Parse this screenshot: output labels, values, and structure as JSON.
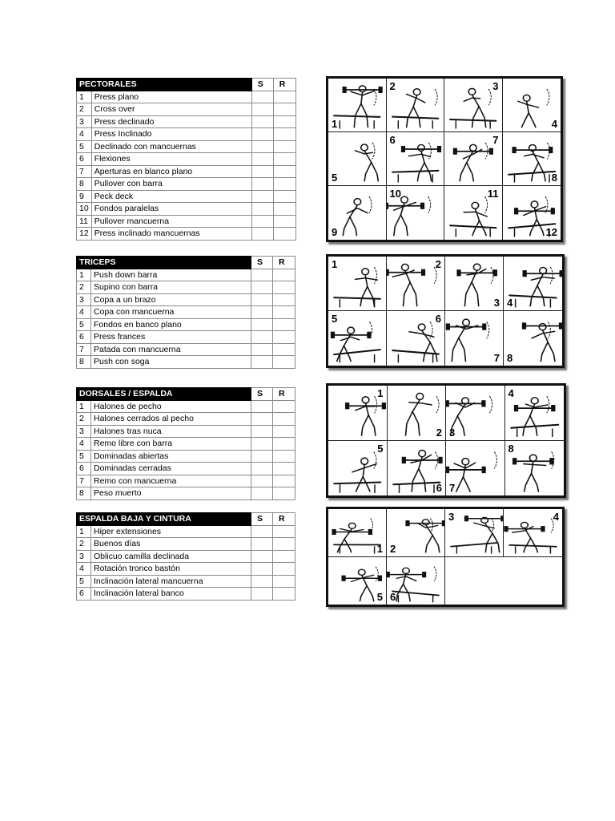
{
  "sections": [
    {
      "title": "PECTORALES",
      "col_s": "S",
      "col_r": "R",
      "exercises": [
        {
          "n": "1",
          "name": "Press plano"
        },
        {
          "n": "2",
          "name": "Cross over"
        },
        {
          "n": "3",
          "name": "Press declinado"
        },
        {
          "n": "4",
          "name": "Press Inclinado"
        },
        {
          "n": "5",
          "name": "Declinado con mancuernas"
        },
        {
          "n": "6",
          "name": "Flexiones"
        },
        {
          "n": "7",
          "name": "Aperturas en blanco plano"
        },
        {
          "n": "8",
          "name": "Pullover  con barra"
        },
        {
          "n": "9",
          "name": "Peck deck"
        },
        {
          "n": "10",
          "name": "Fondos paralelas"
        },
        {
          "n": "11",
          "name": "Pullover mancuerna"
        },
        {
          "n": "12",
          "name": "Press inclinado mancuernas"
        }
      ],
      "image_numbers": [
        "1",
        "2",
        "3",
        "4",
        "5",
        "6",
        "7",
        "8",
        "9",
        "10",
        "11",
        "12"
      ]
    },
    {
      "title": "TRICEPS",
      "col_s": "S",
      "col_r": "R",
      "exercises": [
        {
          "n": "1",
          "name": "Push down barra"
        },
        {
          "n": "2",
          "name": "Supino con barra"
        },
        {
          "n": "3",
          "name": "Copa a un brazo"
        },
        {
          "n": "4",
          "name": "Copa con mancuerna"
        },
        {
          "n": "5",
          "name": "Fondos en banco plano"
        },
        {
          "n": "6",
          "name": "Press frances"
        },
        {
          "n": "7",
          "name": "Patada con mancuerna"
        },
        {
          "n": "8",
          "name": "Push con soga"
        }
      ],
      "image_numbers": [
        "1",
        "2",
        "3",
        "4",
        "5",
        "6",
        "7",
        "8"
      ]
    },
    {
      "title": "DORSALES / ESPALDA",
      "col_s": "S",
      "col_r": "R",
      "exercises": [
        {
          "n": "1",
          "name": "Halones de pecho"
        },
        {
          "n": "2",
          "name": "Halones cerrados al pecho"
        },
        {
          "n": "3",
          "name": "Halones tras nuca"
        },
        {
          "n": "4",
          "name": "Remo libre con barra"
        },
        {
          "n": "5",
          "name": "Dominadas abiertas"
        },
        {
          "n": "6",
          "name": "Dominadas cerradas"
        },
        {
          "n": "7",
          "name": "Remo con mancuerna"
        },
        {
          "n": "8",
          "name": "Peso muerto"
        }
      ],
      "image_numbers": [
        "1",
        "2",
        "3",
        "4",
        "5",
        "6",
        "7",
        "8"
      ]
    },
    {
      "title": "ESPALDA BAJA Y CINTURA",
      "col_s": "S",
      "col_r": "R",
      "exercises": [
        {
          "n": "1",
          "name": "Hiper extensiones"
        },
        {
          "n": "2",
          "name": "Buenos días"
        },
        {
          "n": "3",
          "name": "Oblicuo camilla declinada"
        },
        {
          "n": "4",
          "name": "Rotación tronco bastón"
        },
        {
          "n": "5",
          "name": "Inclinación lateral mancuerna"
        },
        {
          "n": "6",
          "name": "Inclinación lateral banco"
        }
      ],
      "image_numbers": [
        "1",
        "2",
        "3",
        "4",
        "5",
        "6"
      ]
    }
  ]
}
